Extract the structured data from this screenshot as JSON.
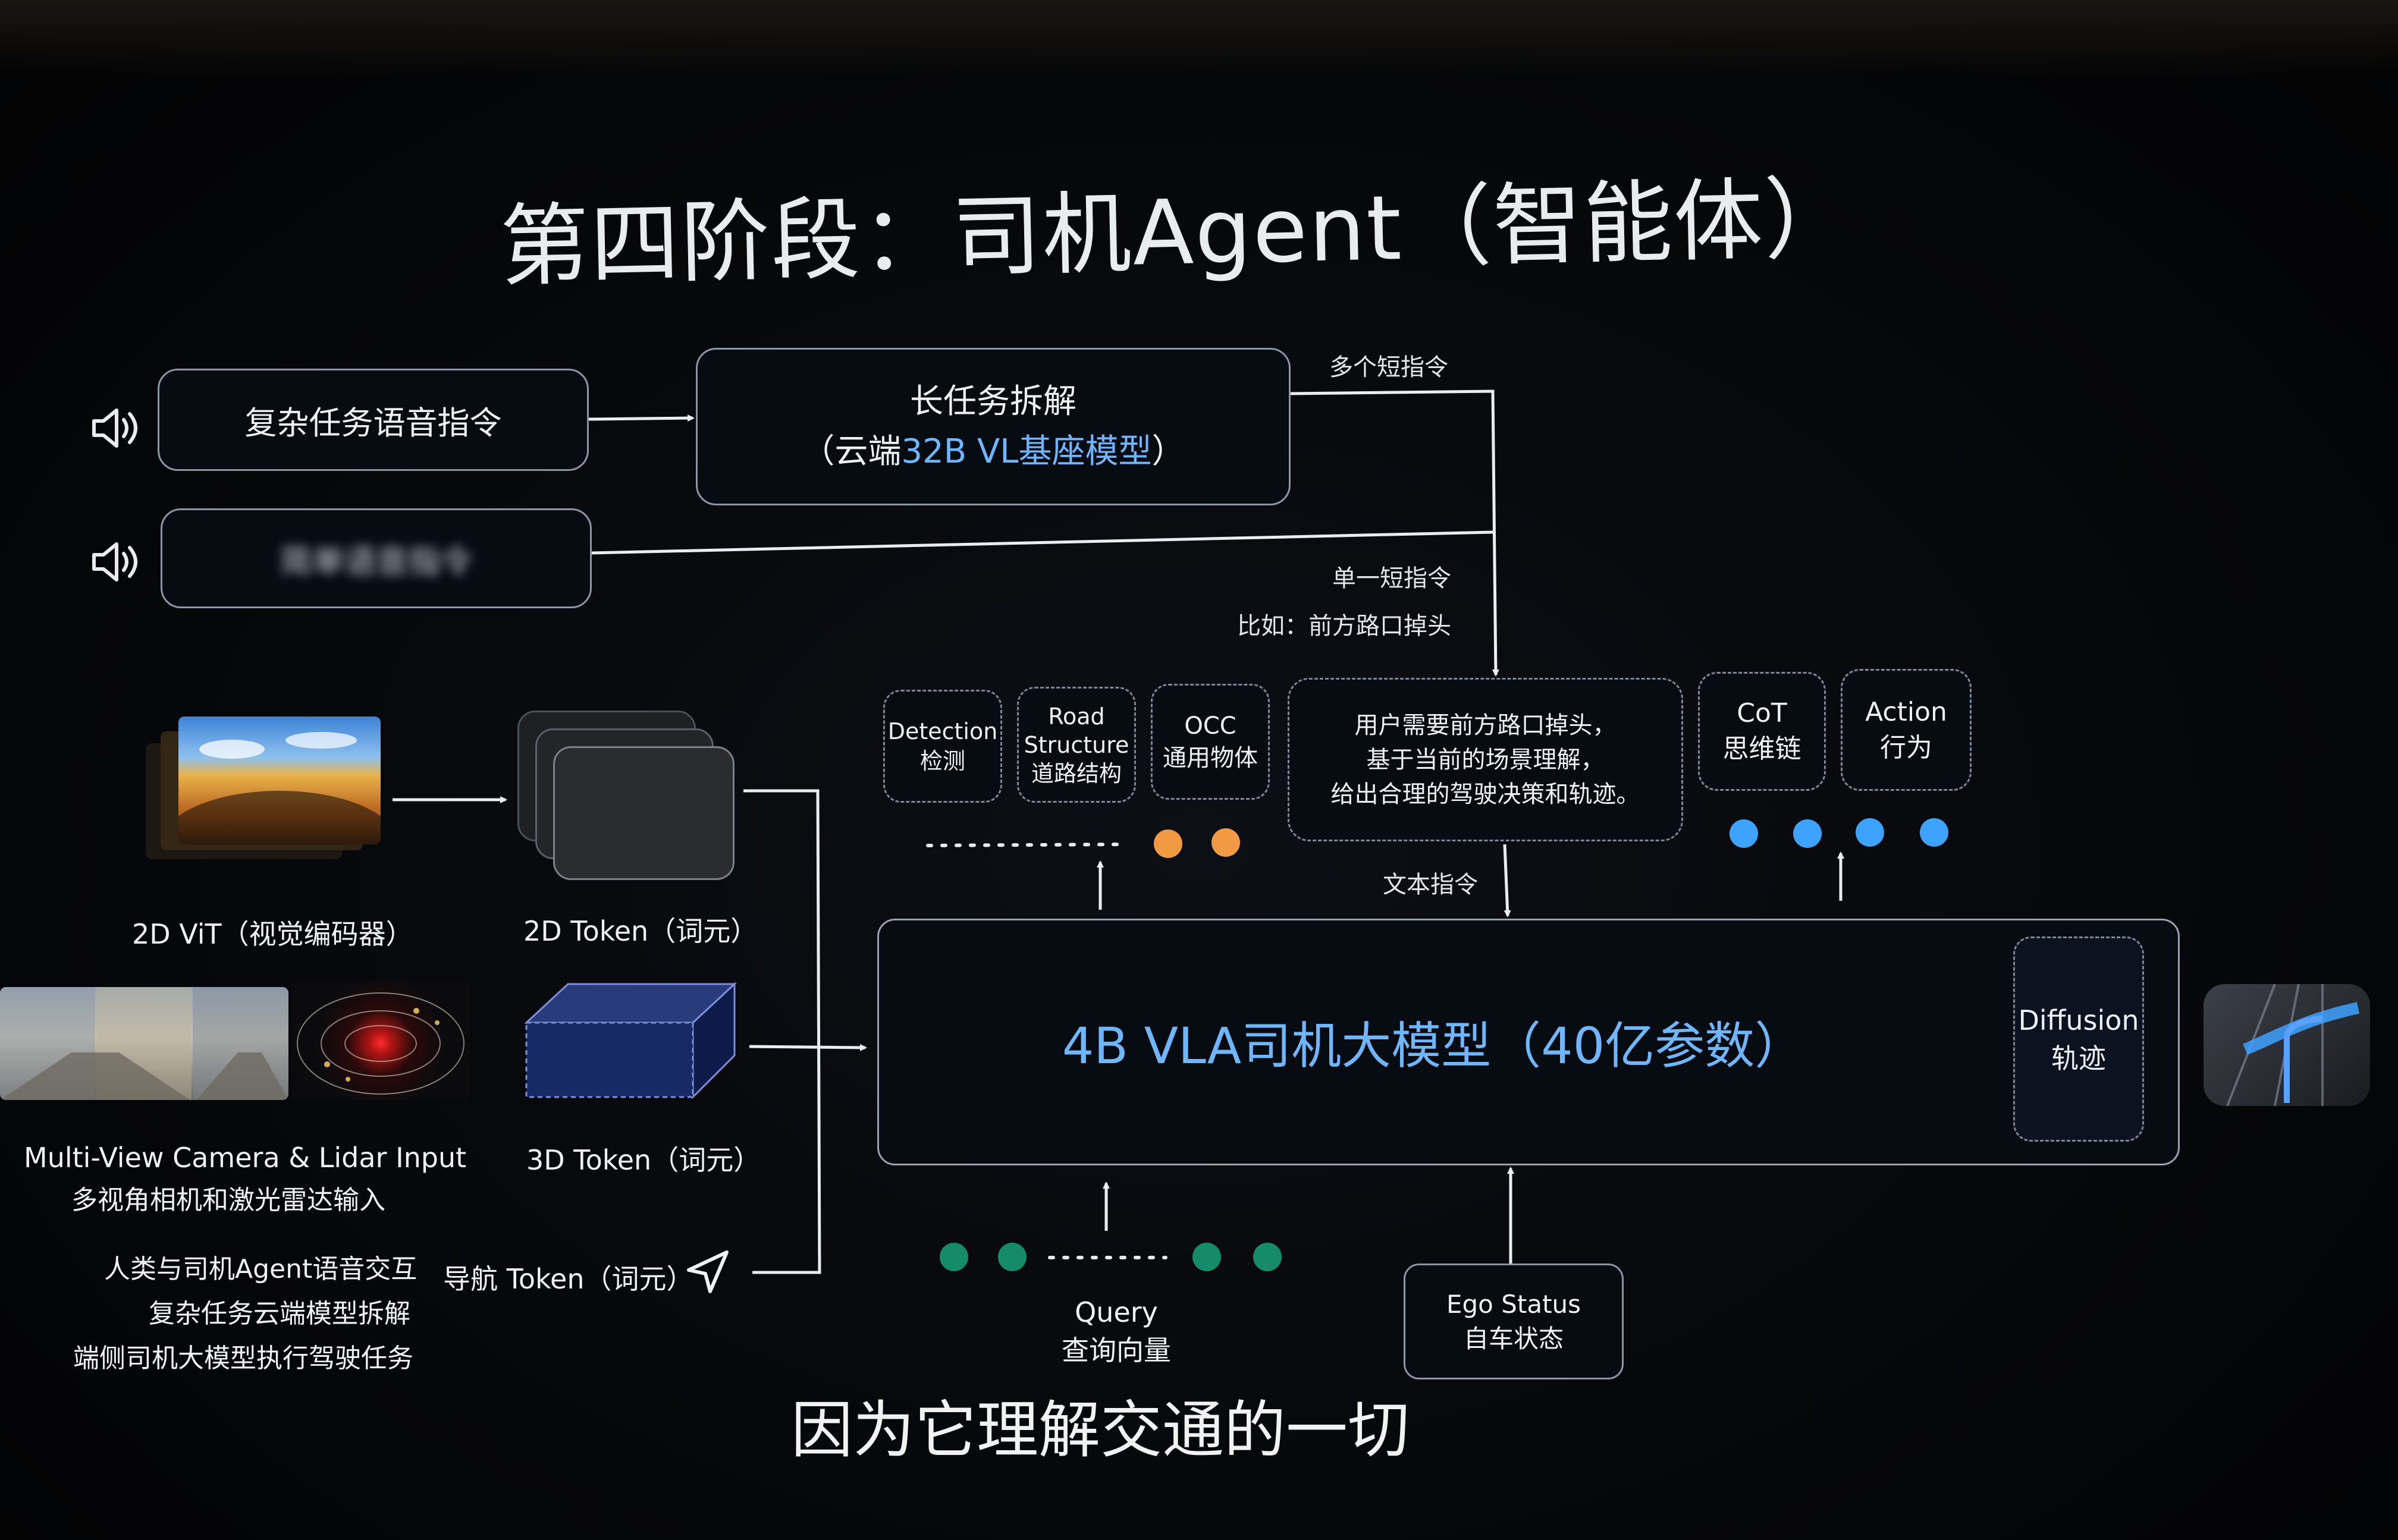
{
  "slide": {
    "title": "第四阶段：司机Agent（智能体）",
    "caption": "因为它理解交通的一切"
  },
  "inputs": {
    "complex_voice": "复杂任务语音指令",
    "simple_voice": "简单语音指令"
  },
  "cloud": {
    "line1": "长任务拆解",
    "line2_open": "（云端",
    "line2_model": "32B VL基座模型",
    "line2_close": "）"
  },
  "edges": {
    "multi_short": "多个短指令",
    "single_short": "单一短指令",
    "example": "比如：前方路口掉头",
    "text_cmd": "文本指令"
  },
  "outputs": {
    "detection": [
      "Detection",
      "检测"
    ],
    "road": [
      "Road",
      "Structure",
      "道路结构"
    ],
    "occ": [
      "OCC",
      "通用物体"
    ],
    "reasoning": [
      "用户需要前方路口掉头，",
      "基于当前的场景理解，",
      "给出合理的驾驶决策和轨迹。"
    ],
    "cot": [
      "CoT",
      "思维链"
    ],
    "action": [
      "Action",
      "行为"
    ]
  },
  "vit": {
    "label": "2D ViT（视觉编码器）",
    "token2d": "2D Token（词元）",
    "token3d": "3D Token（词元）",
    "nav": "导航 Token（词元）"
  },
  "camera": {
    "line1": "Multi-View Camera & Lidar Input",
    "line2": "多视角相机和激光雷达输入"
  },
  "notes": [
    "人类与司机Agent语音交互",
    "复杂任务云端模型拆解",
    "端侧司机大模型执行驾驶任务"
  ],
  "main_model": {
    "label": "4B VLA司机大模型（40亿参数）",
    "diffusion": [
      "Diffusion",
      "轨迹"
    ]
  },
  "query": [
    "Query",
    "查询向量"
  ],
  "ego": [
    "Ego Status",
    "自车状态"
  ],
  "colors": {
    "accent_blue": "#6fb6ff",
    "orange_dot": "#f29a43",
    "cyan_dot": "#3ea2ff",
    "green_dot": "#158b69"
  }
}
